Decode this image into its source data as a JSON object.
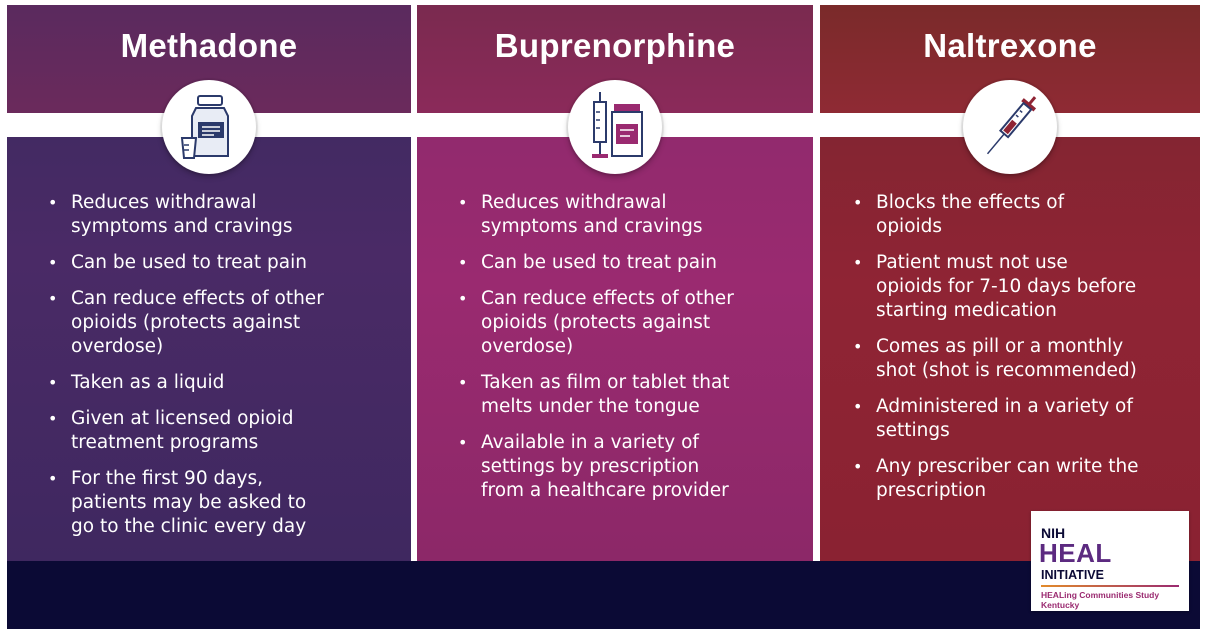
{
  "columns": [
    {
      "title": "Methadone",
      "icon": "medicine-bottle-cup-icon",
      "items": [
        [
          "Reduces withdrawal",
          "symptoms and cravings"
        ],
        [
          "Can be used to treat pain"
        ],
        [
          "Can reduce effects of other",
          "opioids (protects against",
          "overdose)"
        ],
        [
          "Taken as a liquid"
        ],
        [
          "Given at licensed opioid",
          "treatment programs"
        ],
        [
          "For the first 90 days,",
          "patients  may be asked to",
          "go to the clinic every day"
        ]
      ]
    },
    {
      "title": "Buprenorphine",
      "icon": "syringe-and-pill-bottle-icon",
      "items": [
        [
          "Reduces withdrawal",
          "symptoms and cravings"
        ],
        [
          "Can be used to treat pain"
        ],
        [
          "Can reduce effects of other",
          "opioids (protects against",
          "overdose)"
        ],
        [
          "Taken as film or tablet that",
          "melts under the tongue"
        ],
        [
          "Available in a variety of",
          "settings by prescription",
          "from a healthcare provider"
        ]
      ]
    },
    {
      "title": "Naltrexone",
      "icon": "syringe-icon",
      "items": [
        [
          "Blocks the effects of",
          "opioids"
        ],
        [
          "Patient must not use",
          "opioids for 7-10 days before",
          "starting medication"
        ],
        [
          "Comes as pill or a monthly",
          "shot (shot is recommended)"
        ],
        [
          "Administered in a variety of",
          "settings"
        ],
        [
          "Any prescriber can write the",
          "prescription"
        ]
      ]
    }
  ],
  "logo": {
    "line1": "NIH",
    "line2": "HEAL",
    "line3": "INITIATIVE",
    "line4": "HEALing Communities Study",
    "line5": "Kentucky"
  },
  "colors": {
    "methadone": "#45295f",
    "buprenorphine": "#95296d",
    "naltrexone": "#8b2333",
    "footer": "#0b0a35"
  }
}
